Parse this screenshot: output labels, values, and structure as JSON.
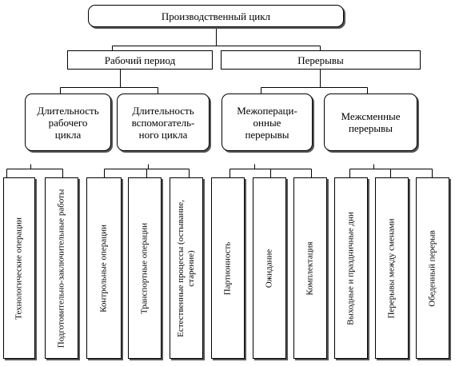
{
  "diagram": {
    "root": {
      "label": "Производственный цикл"
    },
    "level1": [
      {
        "label": "Рабочий период"
      },
      {
        "label": "Перерывы"
      }
    ],
    "level2": [
      {
        "label": "Длительность\nрабочего\nцикла"
      },
      {
        "label": "Длительность\nвспомогатель-\nного цикла"
      },
      {
        "label": "Межопераци-\nонные\nперерывы"
      },
      {
        "label": "Межсменные\nперерывы"
      }
    ],
    "leaves": [
      {
        "label": "Технологические операции"
      },
      {
        "label": "Подготовительно-заключительные работы"
      },
      {
        "label": "Контрольные операции"
      },
      {
        "label": "Транспортные операции"
      },
      {
        "label": "Естественные процессы (остывание, старение)"
      },
      {
        "label": "Партионность"
      },
      {
        "label": "Ожидание"
      },
      {
        "label": "Комплектация"
      },
      {
        "label": "Выходные и праздничные дни"
      },
      {
        "label": "Перерывы между сменами"
      },
      {
        "label": "Обеденный перерыв"
      }
    ]
  }
}
